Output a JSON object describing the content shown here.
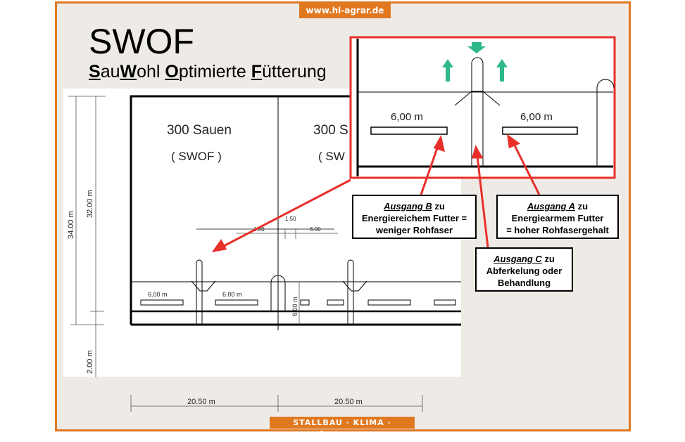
{
  "header": {
    "url": "www.hl-agrar.de",
    "footer": "STALLBAU · KLIMA · FÜTTERUNG"
  },
  "title": "SWOF",
  "subtitle": {
    "parts": [
      {
        "b": "S",
        "r": "au"
      },
      {
        "b": "W",
        "r": "ohl "
      },
      {
        "b": "O",
        "r": "ptimierte "
      },
      {
        "b": "F",
        "r": "ütterung"
      }
    ]
  },
  "plan": {
    "section1": {
      "label": "300 Sauen",
      "sub": "( SWOF )"
    },
    "section2": {
      "label": "300 S",
      "sub": "( SW"
    },
    "dims": {
      "total_height": "34.00 m",
      "inner_height": "32.00 m",
      "bottom": "2.00 m",
      "width1": "20.50 m",
      "width2": "20.50 m",
      "d150": "1.50",
      "d600": "6.00",
      "d100": "1.00",
      "trough_left": "6.00 m",
      "trough_right": "6.00 m",
      "vertical": "6.00 m"
    },
    "inset": {
      "left": "6,00 m",
      "right": "6,00 m"
    }
  },
  "callouts": {
    "b": {
      "heading": "Ausgang B",
      "rest": " zu",
      "line2": "Energiereichem Futter =",
      "line3": "weniger Rohfaser"
    },
    "a": {
      "heading": "Ausgang A",
      "rest": " zu",
      "line2": "Energiearmem Futter",
      "line3": "= hoher Rohfasergehalt"
    },
    "c": {
      "heading": "Ausgang C",
      "rest": " zu",
      "line2": "Abferkelung oder",
      "line3": "Behandlung"
    }
  },
  "colors": {
    "brand": "#e07820",
    "arrow": "#e8302a",
    "exit_arrow": "#2fb889"
  }
}
